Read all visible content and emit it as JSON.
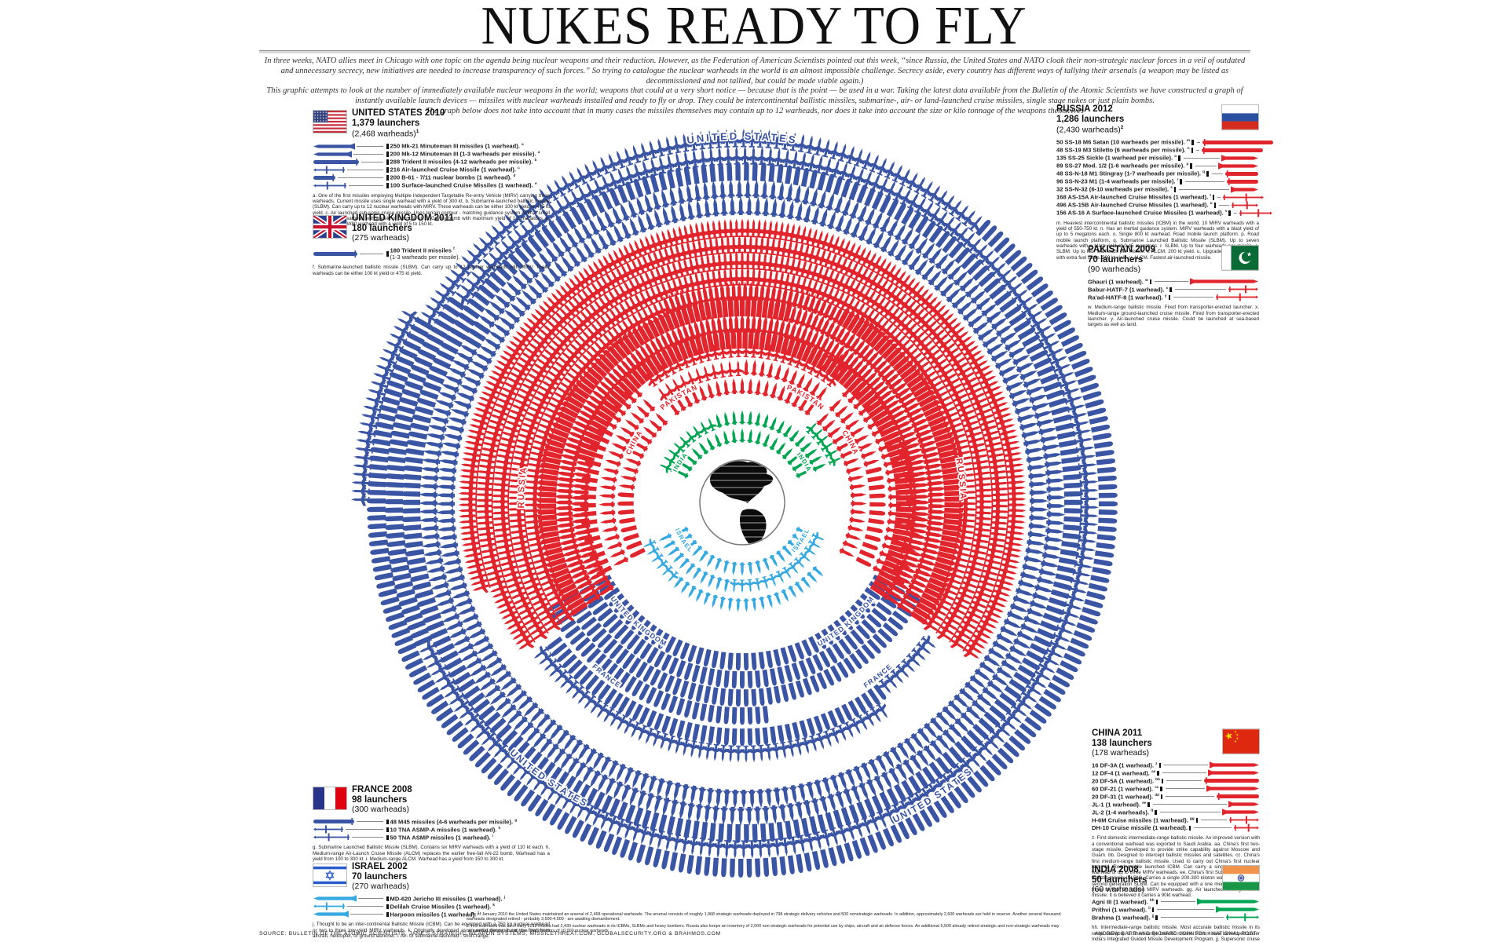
{
  "title": "NUKES READY TO FLY",
  "intro": {
    "p1": "In three weeks, NATO allies meet in Chicago with one topic on the agenda being nuclear weapons and their reduction. However, as the Federation of American Scientists pointed out this week, “since Russia, the United States and NATO cloak their non-strategic nuclear forces in a veil of outdated and unnecessary secrecy, new initiatives are needed to increase transparency of such forces.” So trying to catalogue the nuclear warheads in the world is an almost impossible challenge. Secrecy aside, every country has different ways of tallying their arsenals (a weapon may be listed as decommissioned and not tallied, but could be made viable again.)",
    "p2": "This graphic attempts to look at the number of immediately available nuclear weapons in the world; weapons that could at a very short notice — because that is the point — be used in a war. Taking the latest data available from the Bulletin of the Atomic Scientists we have constructed a graph of instantly available launch devices — missiles with nuclear warheads installed and ready to fly or drop. They could be intercontinental ballistic missiles, submarine-, air- or land-launched cruise missiles, single stage nukes or just plain bombs.",
    "p3": "The graph below does not take into account that in many cases the missiles themselves may contain up to 12 warheads, nor does it take into account the size or kilo tonnage of the weapons themselves"
  },
  "source": "SOURCE: BULLETIN OF THE ATOMIC SCIENTISTS, JANE'S STRATEGIC WEAPON SYSTEMS, MISSILETHREAT.COM, GLOBALSECURITY.ORG & BRAHMOS.COM",
  "credit": "ANDREW BARR AND RICHARD JOHNSON / NATIONAL POST",
  "bottom_notes": [
    "1. As of January 2010 the United States maintained an arsenal of 2,468 operational warheads. The arsenal consists of roughly 1,968 strategic warheads deployed in 798 strategic delivery vehicles and 500 nonstrategic warheads. In addition, approximately 2,600 warheads are held in reserve. Another several thousand warheads designated retired - probably 3,500-4,500 - are awaiting dismantlement.",
    "2. It is estimated that as of early 2012 Russia had 2,430 nuclear warheads in its ICBMs, SLBMs and heavy bombers. Russia also keeps an inventory of 2,000 non-strategic warheads for potential use by ships, aircraft and air defense forces. An additional 5,500 already retired strategic and non-strategic warheads may be awaiting dismantlement, for a total inventory of 10,000 nuclear warheads."
  ],
  "colors": {
    "navy": "#3A55A4",
    "red": "#E2242C",
    "lightblue": "#36A9E1",
    "green": "#00A551",
    "ink": "#1A1A1A"
  },
  "chart_data": {
    "type": "radial-pictogram",
    "center_icon": "globe",
    "arc_labels": [
      {
        "text": "UNITED STATES",
        "color": "navy",
        "r": 462,
        "angle": 90,
        "flip": false,
        "size": 13,
        "ls": 3
      },
      {
        "text": "UNITED STATES",
        "color": "navy",
        "r": 436,
        "angle": 235,
        "flip": true,
        "size": 12,
        "ls": 2
      },
      {
        "text": "UNITED STATES",
        "color": "navy",
        "r": 452,
        "angle": 303,
        "flip": true,
        "size": 12,
        "ls": 2
      },
      {
        "text": "RUSSIA",
        "color": "red",
        "r": 278,
        "angle": 176,
        "flip": false,
        "size": 11,
        "ls": 2
      },
      {
        "text": "RUSSIA",
        "color": "red",
        "r": 278,
        "angle": 6,
        "flip": false,
        "size": 11,
        "ls": 2
      },
      {
        "text": "UNITED KINGDOM",
        "color": "navy",
        "r": 208,
        "angle": 229,
        "flip": true,
        "size": 9,
        "ls": 1
      },
      {
        "text": "UNITED KINGDOM",
        "color": "navy",
        "r": 208,
        "angle": 311,
        "flip": true,
        "size": 9,
        "ls": 1
      },
      {
        "text": "FRANCE",
        "color": "navy",
        "r": 284,
        "angle": 232,
        "flip": true,
        "size": 9,
        "ls": 1
      },
      {
        "text": "FRANCE",
        "color": "navy",
        "r": 284,
        "angle": 308,
        "flip": true,
        "size": 9,
        "ls": 1
      },
      {
        "text": "PAKISTAN",
        "color": "red",
        "r": 155,
        "angle": 121,
        "flip": false,
        "size": 9,
        "ls": 1
      },
      {
        "text": "PAKISTAN",
        "color": "red",
        "r": 155,
        "angle": 59,
        "flip": false,
        "size": 9,
        "ls": 1
      },
      {
        "text": "CHINA",
        "color": "red",
        "r": 155,
        "angle": 151,
        "flip": false,
        "size": 9,
        "ls": 1
      },
      {
        "text": "CHINA",
        "color": "red",
        "r": 155,
        "angle": 29,
        "flip": false,
        "size": 9,
        "ls": 1
      },
      {
        "text": "INDIA",
        "color": "green",
        "r": 92,
        "angle": 147,
        "flip": false,
        "size": 8,
        "ls": 1
      },
      {
        "text": "INDIA",
        "color": "green",
        "r": 92,
        "angle": 33,
        "flip": false,
        "size": 8,
        "ls": 1
      },
      {
        "text": "ISRAEL",
        "color": "lightblue",
        "r": 92,
        "angle": 213,
        "flip": true,
        "size": 8,
        "ls": 1
      },
      {
        "text": "ISRAEL",
        "color": "lightblue",
        "r": 92,
        "angle": 327,
        "flip": true,
        "size": 8,
        "ls": 1
      }
    ],
    "countries": [
      {
        "id": "us",
        "name": "UNITED STATES 2010",
        "launchers": "1,379 launchers",
        "warheads": "(2,468 warheads)",
        "warheads_note": "1",
        "color": "navy",
        "flag": "us",
        "legend_side": "left",
        "rows": [
          {
            "label": "250 Mk-21 Minuteman III missiles (1 warhead).",
            "note": "a",
            "glyph": "missile",
            "ring_count": 250,
            "len": 54
          },
          {
            "label": "200 Mk-12 Minuteman III (1-3 warheads per missile).",
            "note": "a",
            "glyph": "missile",
            "ring_count": 200,
            "len": 50
          },
          {
            "label": "288 Trident II missiles (4-12 warheads per missile).",
            "note": "b",
            "glyph": "bomb",
            "ring_count": 288,
            "len": 60
          },
          {
            "label": "216 Air-launched Cruise Missile (1 warhead).",
            "note": "c",
            "glyph": "plane",
            "ring_count": 216,
            "len": 42
          },
          {
            "label": "200 B-61 - 7/11 nuclear bombs (1 warhead).",
            "note": "d",
            "glyph": "bomb",
            "ring_count": 200,
            "len": 30
          },
          {
            "label": "100 Surface-launched Cruise Missiles (1 warhead).",
            "note": "e",
            "glyph": "plane",
            "ring_count": 100,
            "len": 44
          }
        ],
        "footnote": "a. One of the first missiles employing Multiple Independent Targetable Re-entry Vehicle (MIRV) carrying three warheads. Current missile uses single warhead with a yield of 300 kt. b. Submarine-launched ballistic missile (SLBM). Can carry up to 12 nuclear warheads with MIRV. These warheads can be either 100 kt yield or 475 kt yield. c. Air launched sub-sonic cruise missile. Uses terrain contour - matching guidance system. With a small thermonuclear warhead with a yield of 5 to 150 kt. d. Gravity bomb with maximum yield of 1.2 megatons. e. SLBM uses the W80 warhead with a yield of 5 to 150 kt."
      },
      {
        "id": "uk",
        "name": "UNITED KINGDOM 2011",
        "launchers": "180 launchers",
        "warheads": "(275 warheads)",
        "warheads_note": "",
        "color": "navy",
        "flag": "uk",
        "legend_side": "left",
        "rows": [
          {
            "label": "180 Trident II missiles",
            "label2": "(1-3 warheads per missile).",
            "note": "f",
            "glyph": "bomb",
            "ring_count": 180,
            "len": 58
          }
        ],
        "footnote": "f. Submarine-launched ballistic missile (SLBM). Can carry up to 12 nuclear warheads with MIRV. These warheads can be either 100 kt yield or 475 kt yield."
      },
      {
        "id": "russia",
        "name": "RUSSIA 2012",
        "launchers": "1,286 launchers",
        "warheads": "(2,430 warheads)",
        "warheads_note": "2",
        "color": "red",
        "flag": "russia",
        "legend_side": "right",
        "rows": [
          {
            "label": "50 SS-18 M6 Satan (10 warheads per missile).",
            "note": "m",
            "glyph": "bomb",
            "ring_count": 50,
            "len": 92
          },
          {
            "label": "48 SS-19 M3 Stiletto (6 warheads per missile).",
            "note": "n",
            "glyph": "bomb",
            "ring_count": 48,
            "len": 80
          },
          {
            "label": "135 SS-25 Sickle (1 warhead per missile).",
            "note": "o",
            "glyph": "missile",
            "ring_count": 135,
            "len": 48
          },
          {
            "label": "89 SS-27 Mod. 1/2 (1-6 warheads per missile).",
            "note": "p",
            "glyph": "missile",
            "ring_count": 89,
            "len": 52
          },
          {
            "label": "48 SS-N-18 M1 Stingray (1-7 warheads per missile).",
            "note": "q",
            "glyph": "bomb",
            "ring_count": 48,
            "len": 44
          },
          {
            "label": "96 SS-N-23 M1 (1-4 warheads per missile).",
            "note": "r",
            "glyph": "bomb",
            "ring_count": 96,
            "len": 42
          },
          {
            "label": "32 SS-N-32 (6-10 warheads per missile).",
            "note": "s",
            "glyph": "missile",
            "ring_count": 32,
            "len": 36
          },
          {
            "label": "168 AS-15A Air-launched Cruise Missiles (1 warhead).",
            "note": "t",
            "glyph": "plane",
            "ring_count": 168,
            "len": 54
          },
          {
            "label": "496 AS-15B Air-launched Cruise Missiles (1 warhead).",
            "note": "u",
            "glyph": "plane",
            "ring_count": 496,
            "len": 36
          },
          {
            "label": "156 AS-16 A Surface-launched Cruise Missiles (1 warhead).",
            "note": "v",
            "glyph": "plane",
            "ring_count": 156,
            "len": 44
          }
        ],
        "footnote": "m. Heaviest intercontinental ballistic missiles (ICBM) in the world. 10 MIRV warheads with a yield of 550-750 kt. n. Has an inertial guidance system. MIRV warheads with a blast yield of up to 5 megatons each. o. Single 800 kt warhead. Road mobile launch platform. p. Road mobile launch platform. q. Submarine Launched Ballistic Missile (SLBM). Up to seven warheads with a blast yield of 0.45 megatons. r. SLBM. Up to four warheads per missile. s. SLBM. Up to four warheads per missile. t. ALCM. 200 kt yield. u. Upgraded ALCM. AS-15A with extra fuel tanks. 200 kt yield. v. ALCM. Fastest air-launched missile."
      },
      {
        "id": "pakistan",
        "name": "PAKISTAN 2009",
        "launchers": "70 launchers",
        "warheads": "(90 warheads)",
        "warheads_note": "",
        "color": "red",
        "flag": "pakistan",
        "legend_side": "right",
        "rows": [
          {
            "label": "Ghauri (1 warhead).",
            "note": "w",
            "glyph": "missile",
            "ring_count": 30,
            "len": 88
          },
          {
            "label": "Babur-HATF-7 (1 warhead).",
            "note": "x",
            "glyph": "plane",
            "ring_count": 20,
            "len": 40
          },
          {
            "label": "Ra'ad-HATF-8 (1 warhead).",
            "note": "y",
            "glyph": "plane",
            "ring_count": 20,
            "len": 56
          }
        ],
        "footnote": "w. Medium-range ballistic missile. Fired from transporter-erected launcher. x. Medium-range ground-launched cruise missile. Fired from transporter-erected launcher. y. Air-launched cruise missile. Could be launched at sea-based targets as well as land."
      },
      {
        "id": "france",
        "name": "FRANCE 2008",
        "launchers": "98 launchers",
        "warheads": "(300 warheads)",
        "warheads_note": "",
        "color": "navy",
        "flag": "france",
        "legend_side": "left",
        "rows": [
          {
            "label": "48 M45 missiles (4-6 warheads per missile).",
            "note": "g",
            "glyph": "bomb",
            "ring_count": 48,
            "len": 54
          },
          {
            "label": "10 TNA ASMP-A missiles (1 warhead).",
            "note": "h",
            "glyph": "plane",
            "ring_count": 10,
            "len": 40
          },
          {
            "label": "50 TNA ASMP missiles (1 warhead).",
            "note": "i",
            "glyph": "plane",
            "ring_count": 50,
            "len": 48
          }
        ],
        "footnote": "g. Submarine Launched Ballistic Missile (SLBM). Contains six MIRV warheads with a yield of 110 kt each. h. Medium-range Air-Launch Cruise Missile (ALCM) replaces the earlier free-fall AN-22 bomb. Warhead has a yield from 100 to 300 kt. i. Medium-range ALCM. Warhead has a yield from 150 to 300 kt."
      },
      {
        "id": "israel",
        "name": "ISRAEL 2002",
        "launchers": "70 launchers",
        "warheads": "(270 warheads)",
        "warheads_note": "",
        "color": "lightblue",
        "flag": "israel",
        "legend_side": "left",
        "rows": [
          {
            "label": "MD-620 Jericho III missiles (1 warhead).",
            "note": "j",
            "glyph": "missile",
            "ring_count": 30,
            "len": 56
          },
          {
            "label": "Delilah Cruise Missiles (1 warhead).",
            "note": "k",
            "glyph": "plane",
            "ring_count": 20,
            "len": 42
          },
          {
            "label": "Harpoon missiles (1 warhead).",
            "note": "l",
            "glyph": "missile",
            "ring_count": 20,
            "len": 46
          }
        ],
        "footnote": "j. Thought to be an inter-continental Ballistic Missile (ICBM). Can be equipped with a 750 kg nuclear warhead or two to three low-yield MIRV warheads. k. Originally developed as an aerial decoy. It can be fired from aircraft, helicopter, or ground launcher. l. Air- or submarine-launched - short-range."
      },
      {
        "id": "china",
        "name": "CHINA 2011",
        "launchers": "138 launchers",
        "warheads": "(178 warheads)",
        "warheads_note": "",
        "color": "red",
        "flag": "china",
        "legend_side": "right",
        "rows": [
          {
            "label": "16 DF-3A (1 warhead).",
            "note": "z",
            "glyph": "missile",
            "ring_count": 16,
            "len": 64
          },
          {
            "label": "12 DF-4 (1 warhead).",
            "note": "aa",
            "glyph": "missile",
            "ring_count": 12,
            "len": 66
          },
          {
            "label": "20 DF-5A (1 warhead).",
            "note": "bb",
            "glyph": "bomb",
            "ring_count": 20,
            "len": 72
          },
          {
            "label": "60 DF-21 (1 warhead).",
            "note": "cc",
            "glyph": "missile",
            "ring_count": 60,
            "len": 68
          },
          {
            "label": "20 DF-31 (1 warhead).",
            "note": "dd",
            "glyph": "bomb",
            "ring_count": 20,
            "len": 56
          },
          {
            "label": "JL-1 (1 warhead).",
            "note": "ee",
            "glyph": "missile",
            "ring_count": 4,
            "len": 40
          },
          {
            "label": "JL-2 (1-4 warheads).",
            "note": "ff",
            "glyph": "missile",
            "ring_count": 4,
            "len": 48
          },
          {
            "label": "H-6M Cruise missiles (1 warhead).",
            "note": "gg",
            "glyph": "plane",
            "ring_count": 4,
            "len": 40
          },
          {
            "label": "DH-10 Cruise missile (1 warhead).",
            "note": "",
            "glyph": "plane",
            "ring_count": 4,
            "len": 34
          }
        ],
        "footnote": "z. First domestic intermediate-range ballistic missile. An improved version with a conventional warhead was exported to Saudi Arabia. aa. China's first two-stage missile. Developed to provide strike capability against Moscow and Guam. bb. Designed to intercept ballistic missiles and satellites. cc. China's first medium-range ballistic missile. Used to carry out China's first nuclear test. dd. Road mobile launched ICBM. Can carry a single one megaton warhead or up to three MIRV warheads. ee. China's first Submarine-launched ballistic missile (SLBM). Carries a single 200-300 kiloton warhead. ff. China's second generation SLBM. Can be equipped with a one megaton warhead or three to four 90 kiloton MIRV warheads. gg. Air launched strategic cruise missile. It is believed it carries a 90kt warhead."
      },
      {
        "id": "india",
        "name": "INDIA 2008",
        "launchers": "50 launchers",
        "warheads": "(60 warheads)",
        "warheads_note": "",
        "color": "green",
        "flag": "india",
        "legend_side": "right",
        "rows": [
          {
            "label": "Agni III (1 warhead).",
            "note": "hh",
            "glyph": "missile",
            "ring_count": 20,
            "len": 80
          },
          {
            "label": "Prithvi (1 warhead).",
            "note": "ii",
            "glyph": "missile",
            "ring_count": 15,
            "len": 56
          },
          {
            "label": "Brahma (1 warhead).",
            "note": "jj",
            "glyph": "plane",
            "ring_count": 15,
            "len": 44
          }
        ],
        "footnote": "hh. Intermediate-range ballistic missile. Most accurate ballistic missile in its range category. ii. Short-range ballistic missile. First missile developed under India's Integrated Guided Missile Development Program. jj. Supersonic cruise missile. Fastest cruise missile in operation in the world."
      }
    ]
  }
}
